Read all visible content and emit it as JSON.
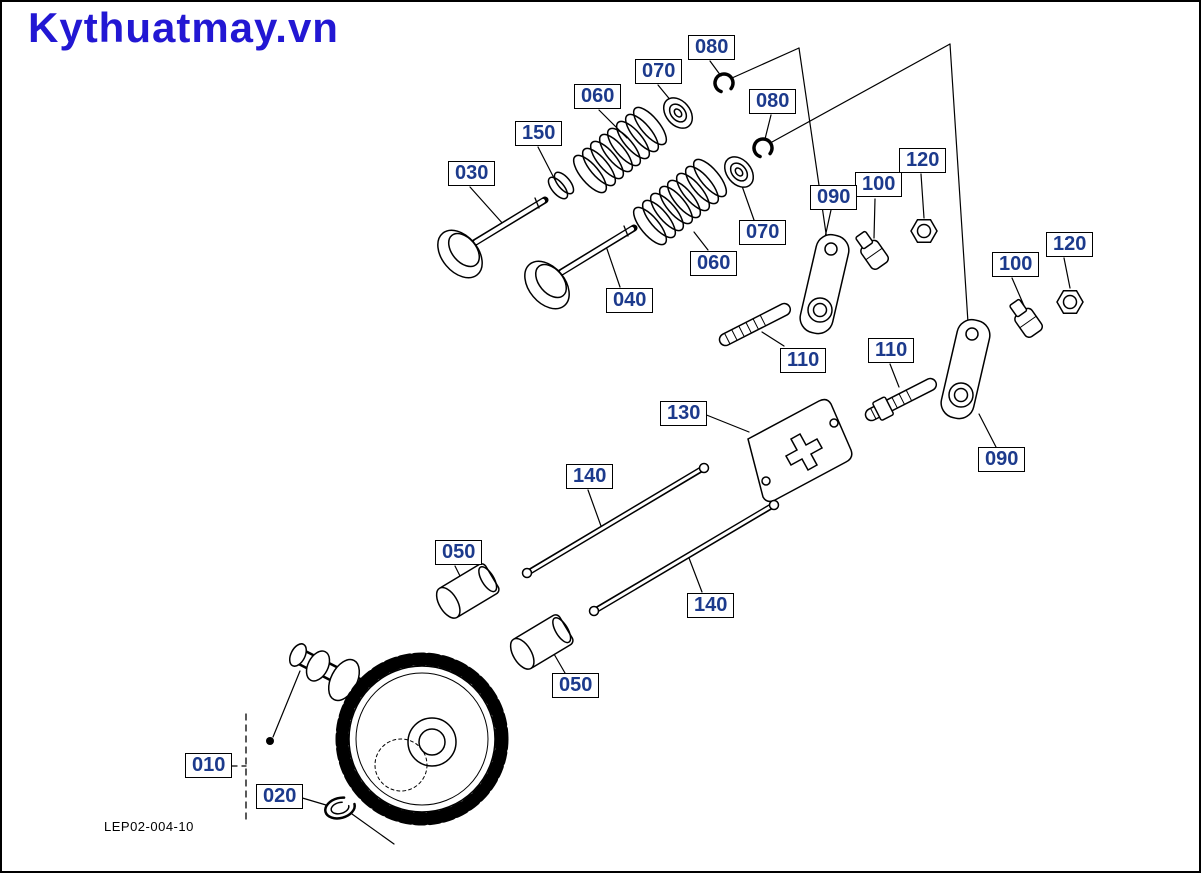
{
  "page": {
    "logo": "Kythuatmay.vn",
    "drawing_code": "LEP02-004-10"
  },
  "colors": {
    "logo_blue": "#2217d3",
    "label_text_blue": "#1c3a8c",
    "line": "#000000",
    "background": "#ffffff"
  },
  "labels": [
    "080",
    "070",
    "060",
    "080",
    "150",
    "120",
    "030",
    "100",
    "090",
    "070",
    "120",
    "100",
    "060",
    "040",
    "110",
    "110",
    "130",
    "090",
    "140",
    "050",
    "140",
    "050",
    "010",
    "020"
  ]
}
